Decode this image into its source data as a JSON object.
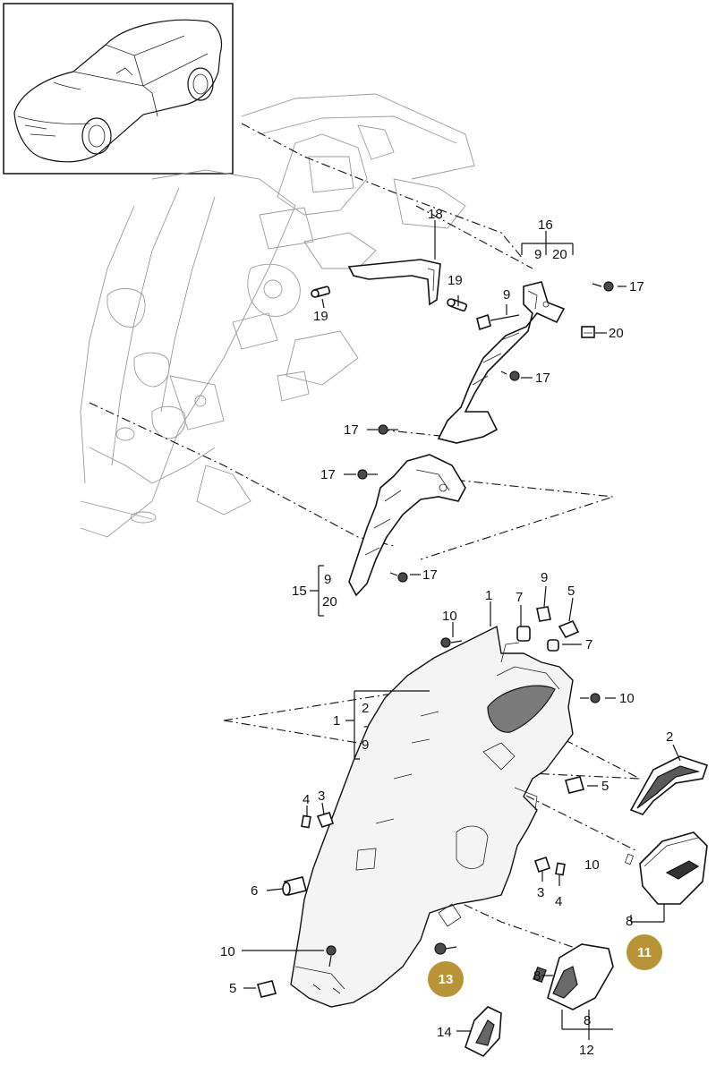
{
  "labels": {
    "n1": "1",
    "n2": "2",
    "n3": "3",
    "n4": "4",
    "n5": "5",
    "n6": "6",
    "n7": "7",
    "n8": "8",
    "n9": "9",
    "n10": "10",
    "n11": "11",
    "n12": "12",
    "n13": "13",
    "n14": "14",
    "n15": "15",
    "n16": "16",
    "n17": "17",
    "n18": "18",
    "n19": "19",
    "n20": "20",
    "dash": "-"
  },
  "callouts": {
    "c11": "11",
    "c13": "13"
  },
  "colors": {
    "callout": "#b99437",
    "ink": "#111111",
    "ghost": "#9a9a9a"
  }
}
